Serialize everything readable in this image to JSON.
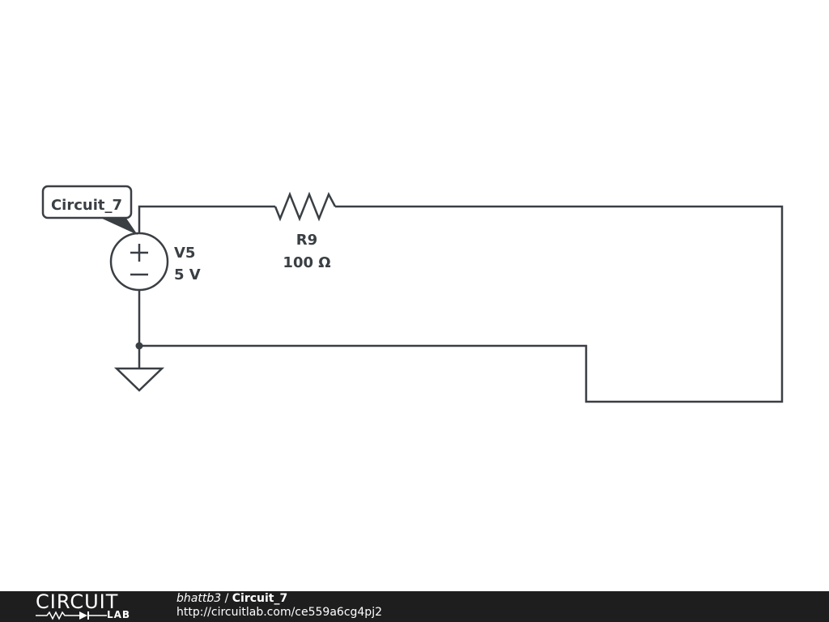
{
  "circuit": {
    "name_tag": "Circuit_7",
    "source": {
      "ref": "V5",
      "value": "5 V"
    },
    "resistor": {
      "ref": "R9",
      "value": "100 Ω"
    }
  },
  "footer": {
    "logo_top": "CIRCUIT",
    "logo_bottom": "LAB",
    "user": "bhattb3",
    "separator": " / ",
    "circuit_name": "Circuit_7",
    "url": "http://circuitlab.com/ce559a6cg4pj2"
  },
  "colors": {
    "wire": "#3a3f44",
    "footer_bg": "#1e1e1e",
    "footer_text": "#ffffff"
  }
}
